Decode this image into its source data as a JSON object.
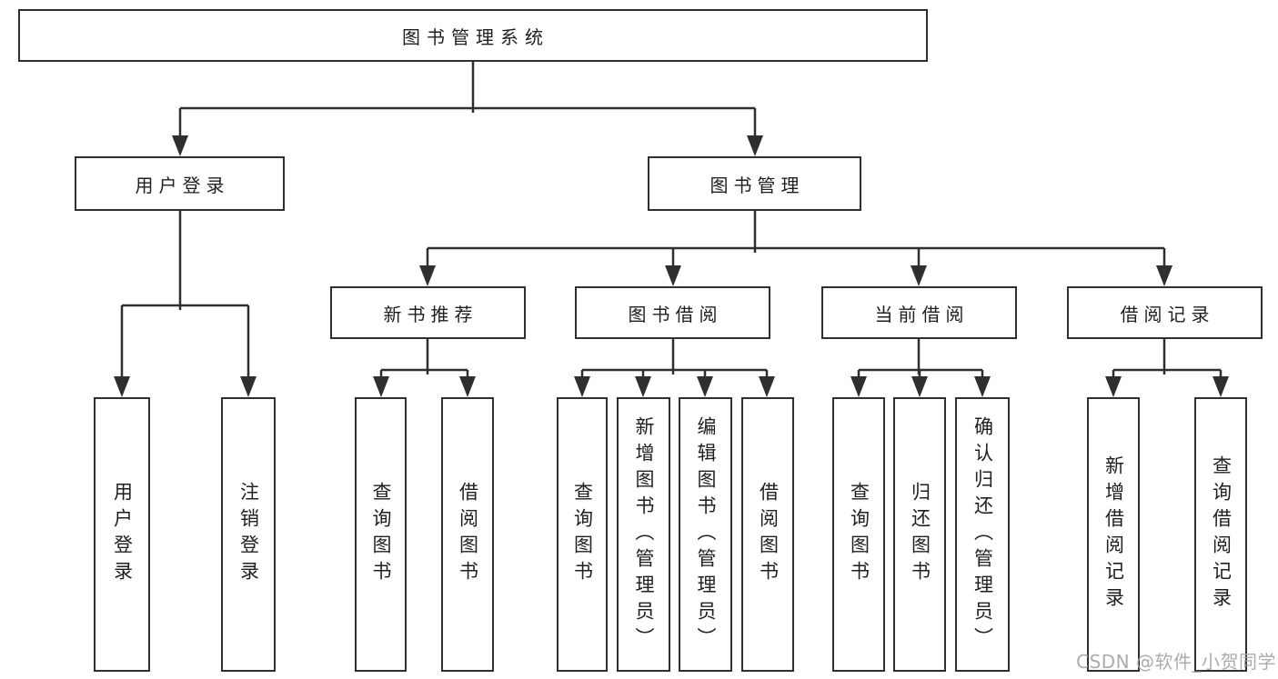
{
  "title": "图书管理系统",
  "colors": {
    "line": "#2f2f2f",
    "text": "#1f1f1f",
    "box_background": "#ffffff",
    "watermark": "#a3a3a3",
    "background": "#ffffff"
  },
  "tree": {
    "label": "图书管理系统",
    "children": [
      {
        "label": "用户登录",
        "children": [
          {
            "label": "用户登录"
          },
          {
            "label": "注销登录"
          }
        ]
      },
      {
        "label": "图书管理",
        "children": [
          {
            "label": "新书推荐",
            "children": [
              {
                "label": "查询图书"
              },
              {
                "label": "借阅图书"
              }
            ]
          },
          {
            "label": "图书借阅",
            "children": [
              {
                "label": "查询图书"
              },
              {
                "label": "新增图书（管理员）"
              },
              {
                "label": "编辑图书（管理员）"
              },
              {
                "label": "借阅图书"
              }
            ]
          },
          {
            "label": "当前借阅",
            "children": [
              {
                "label": "查询图书"
              },
              {
                "label": "归还图书"
              },
              {
                "label": "确认归还（管理员）"
              }
            ]
          },
          {
            "label": "借阅记录",
            "children": [
              {
                "label": "新增借阅记录"
              },
              {
                "label": "查询借阅记录"
              }
            ]
          }
        ]
      }
    ]
  },
  "watermark": {
    "text": "CSDN @软件_小贺同学"
  }
}
